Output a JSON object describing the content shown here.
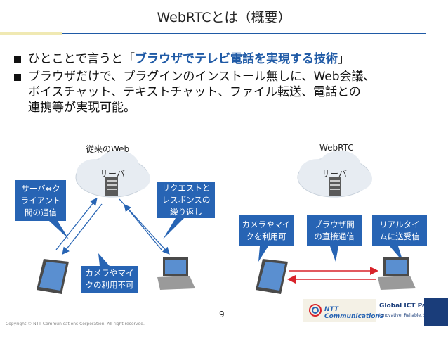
{
  "title": "WebRTCとは（概要）",
  "bullets": {
    "b1_prefix": "ひとことで言うと「",
    "b1_highlight": "ブラウザでテレビ電話を実現する技術",
    "b1_suffix": "」",
    "b2_line1": "ブラウザだけで、プラグインのインストール無しに、Web会議、",
    "b2_line2": "ボイスチャット、テキストチャット、ファイル転送、電話との",
    "b2_line3": "連携等が実現可能。"
  },
  "left": {
    "caption": "従来のWeb",
    "server_label": "サーバ",
    "box_sc": [
      "サーバ⇔ク",
      "ライアント",
      "間の通信"
    ],
    "box_req": [
      "リクエストと",
      "レスポンスの",
      "繰り返し"
    ],
    "box_cam": [
      "カメラやマイ",
      "クの利用不可"
    ]
  },
  "right": {
    "caption": "WebRTC",
    "server_label": "サーバ",
    "box_cam": [
      "カメラやマイ",
      "クを利用可"
    ],
    "box_p2p": [
      "ブラウザ間",
      "の直接通信"
    ],
    "box_rt": [
      "リアルタイ",
      "ムに送受信"
    ]
  },
  "footer": {
    "page_number": "9",
    "copyright": "Copyright © NTT Communications Corporation. All right reserved.",
    "logo_ntt": "NTT Communications",
    "logo_global": "Global ICT Partner",
    "logo_tag": "Innovative. Reliable. Seamless."
  },
  "colors": {
    "accent": "#2764b4",
    "title_rule": "#1f5aa6",
    "arrow_red": "#d8232a"
  }
}
